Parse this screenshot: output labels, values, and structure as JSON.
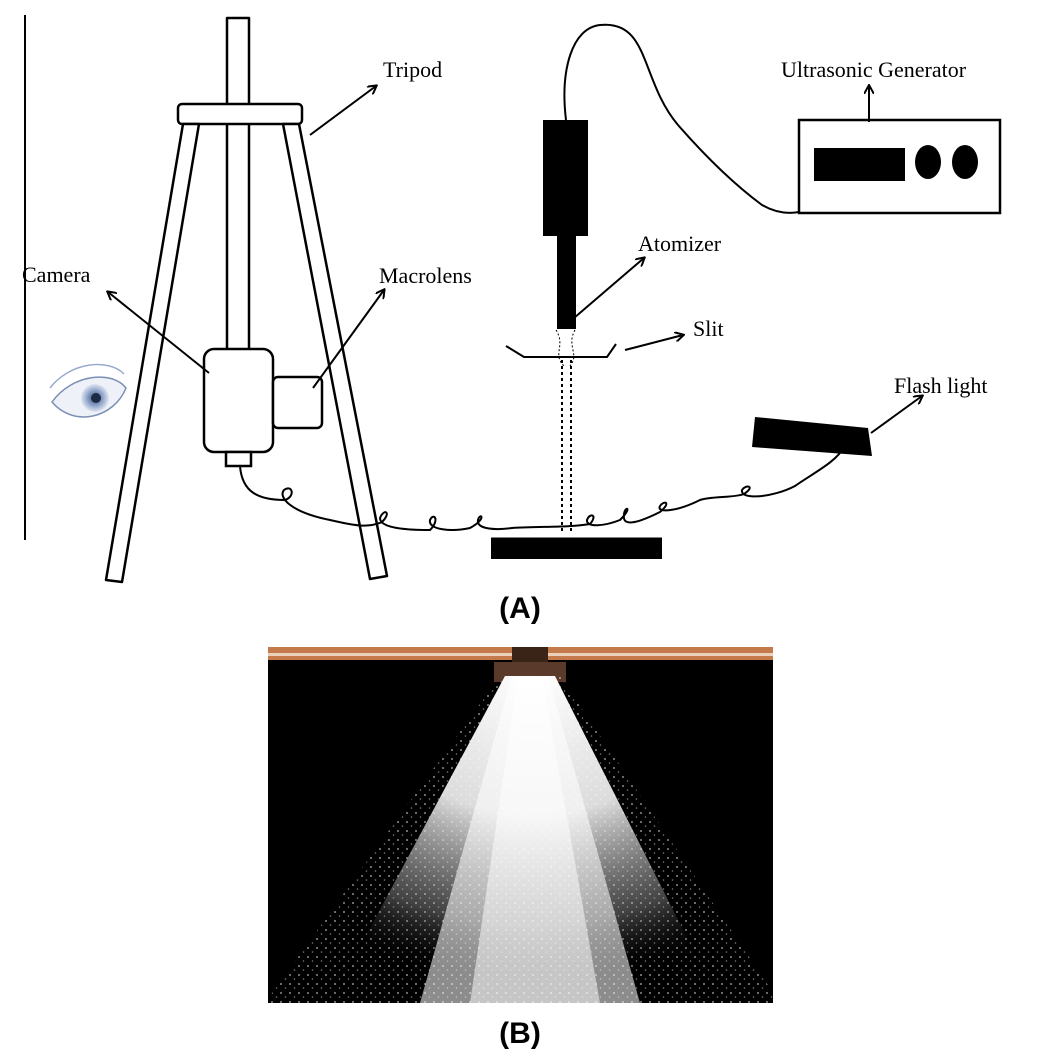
{
  "figure": {
    "colors": {
      "ink": "#000000",
      "background": "#ffffff",
      "photo_background": "#000000",
      "spray": "#ffffff",
      "nozzle_copper": "#c47a4a"
    },
    "labels": {
      "tripod": "Tripod",
      "camera": "Camera",
      "macrolens": "Macrolens",
      "atomizer": "Atomizer",
      "slit": "Slit",
      "ultrasonic_generator": "Ultrasonic Generator",
      "flash_light": "Flash light"
    },
    "panels": {
      "a": "(A)",
      "b": "(B)"
    },
    "icons": {
      "observer": "eye-icon"
    }
  }
}
